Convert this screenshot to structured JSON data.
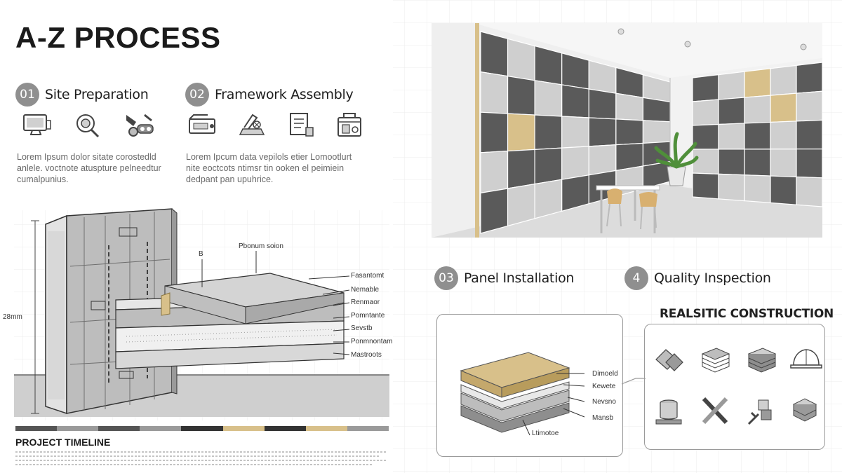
{
  "title": "A-Z PROCESS",
  "steps": [
    {
      "num": "01",
      "label": "Site Preparation",
      "text": "Lorem Ipsum dolor sitate corostedld anlele. voctnote atuspture pelneedtur cumalpunius."
    },
    {
      "num": "02",
      "label": "Framework Assembly",
      "text": "Lorem Ipcum data vepilols etier Lomootlurt nite eoctcots ntimsr tin ooken el peimiein dedpant pan upuhrice."
    },
    {
      "num": "03",
      "label": "Panel Installation"
    },
    {
      "num": "4",
      "label": "Quality Inspection"
    }
  ],
  "step1_icons": [
    "monitor-icon",
    "magnifier-icon",
    "excavator-icon"
  ],
  "step2_icons": [
    "machine-icon",
    "saw-icon",
    "document-icon",
    "toolbox-icon"
  ],
  "section_diagram": {
    "dimension_label": "28mm",
    "top_label": "Pbonum soion",
    "small_label": "B",
    "layers": [
      "Fasantomt",
      "Nemable",
      "Renmaor",
      "Pomntante",
      "Sevstb",
      "Ponmnontam",
      "Mastroots"
    ]
  },
  "timeline": {
    "title": "PROJECT TIMELINE",
    "segment_colors": [
      "#555555",
      "#9a9a9a",
      "#555555",
      "#9a9a9a",
      "#333333",
      "#d8c08a",
      "#333333",
      "#d8c08a",
      "#9a9a9a"
    ]
  },
  "panel_diagram": {
    "layers": [
      "Dimoeld",
      "Kewete",
      "Nevsno",
      "Mansb"
    ],
    "bottom_label": "Ltimotoe"
  },
  "quality": {
    "heading": "REALSITIC CONSTRUCTION",
    "icons": [
      "tiles-icon",
      "panel-stack-icon",
      "layer-stack-icon",
      "hard-hat-icon",
      "cup-icon",
      "cross-beams-icon",
      "tools-icon",
      "stacked-blocks-icon"
    ]
  },
  "colors": {
    "accent_gold": "#d8c08a",
    "dark_panel": "#5a5a5a",
    "light_panel": "#cfcfcf",
    "step_badge": "#8f8f8f"
  }
}
